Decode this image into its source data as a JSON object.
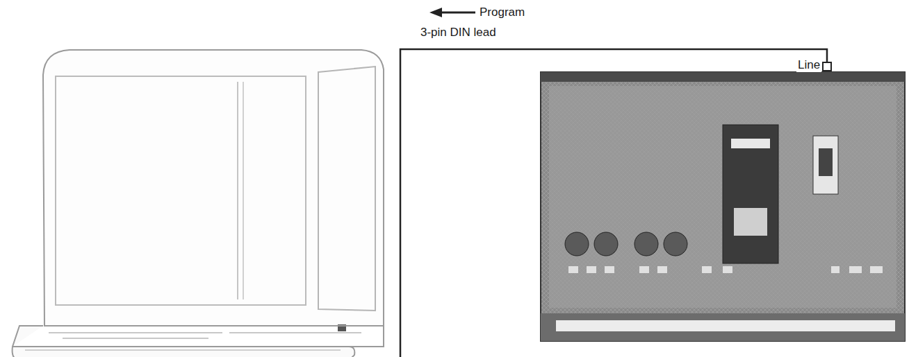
{
  "diagram": {
    "labels": [
      "Program",
      "3-pin DIN lead",
      "Line"
    ]
  }
}
